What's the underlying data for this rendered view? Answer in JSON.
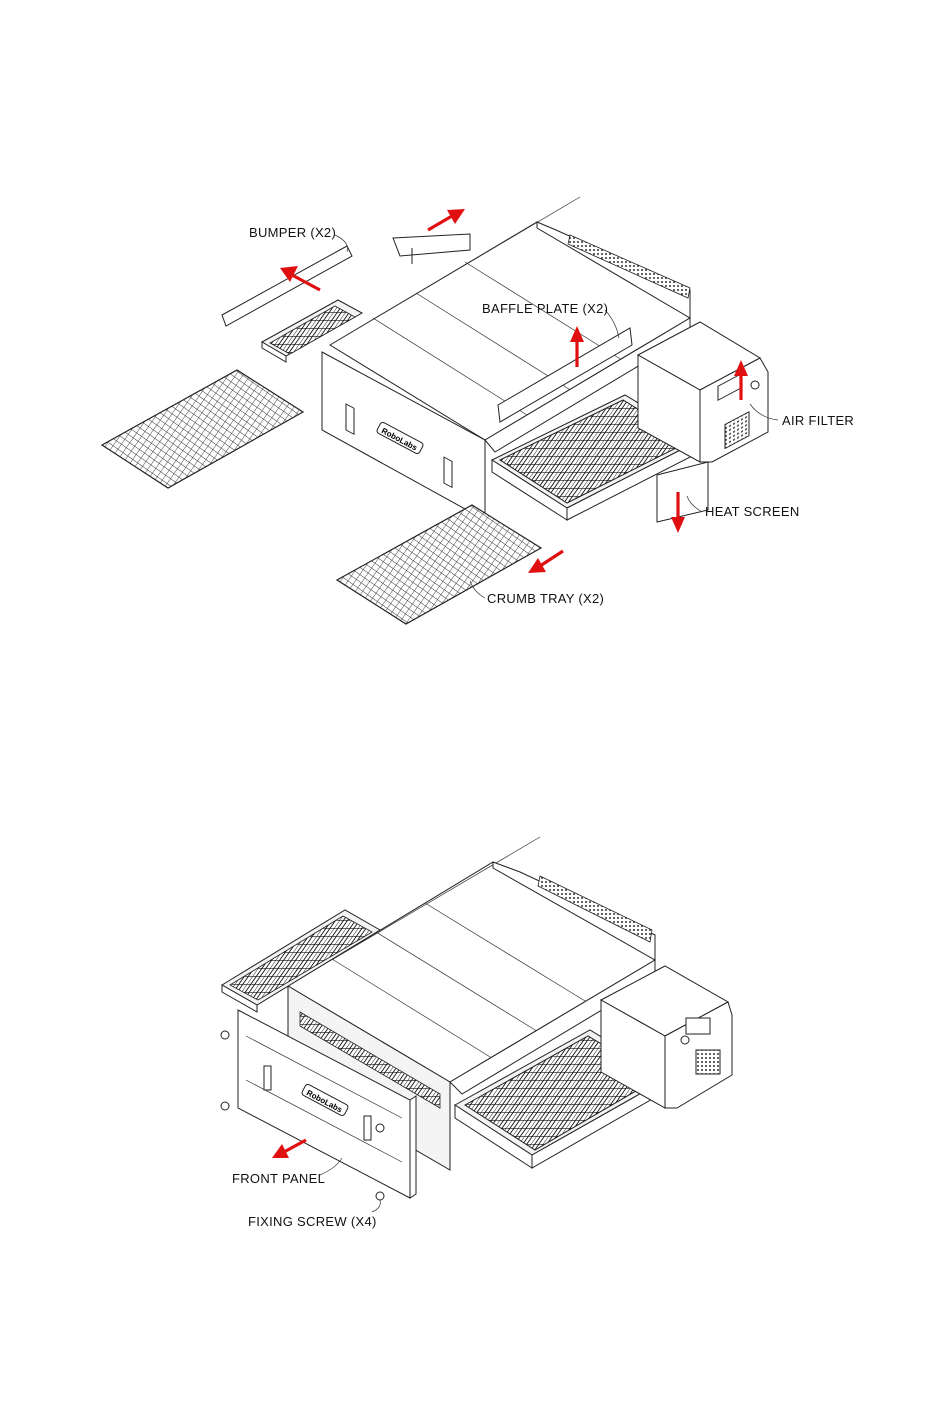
{
  "diagram1": {
    "labels": {
      "bumper": "BUMPER (X2)",
      "baffle_plate": "BAFFLE PLATE (X2)",
      "air_filter": "AIR FILTER",
      "heat_screen": "HEAT SCREEN",
      "crumb_tray": "CRUMB TRAY (X2)"
    },
    "logo": "RoboLabs"
  },
  "diagram2": {
    "labels": {
      "front_panel": "FRONT PANEL",
      "fixing_screw": "FIXING SCREW (X4)"
    },
    "logo": "RoboLabs"
  },
  "colors": {
    "arrow": "#e01010",
    "line": "#222222"
  }
}
